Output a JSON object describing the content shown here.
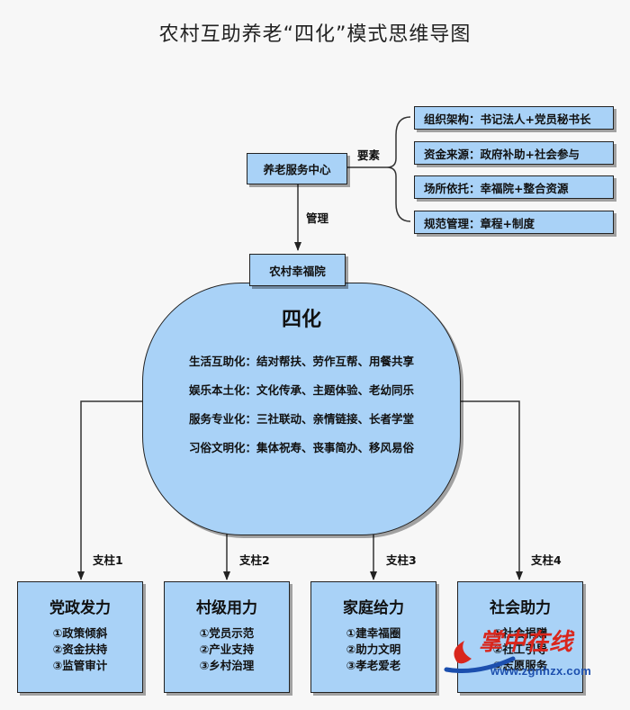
{
  "title": "农村互助养老“四化”模式思维导图",
  "service_center": "养老服务中心",
  "elements_label": "要素",
  "elements": [
    "组织架构：书记法人+党员秘书长",
    "资金来源：政府补助+社会参与",
    "场所依托：幸福院+整合资源",
    "规范管理：章程+制度"
  ],
  "manage_label": "管理",
  "happiness_house": "农村幸福院",
  "core": {
    "title": "四化",
    "lines": [
      "生活互助化：结对帮扶、劳作互帮、用餐共享",
      "娱乐本土化：文化传承、主题体验、老幼同乐",
      "服务专业化：三社联动、亲情链接、长者学堂",
      "习俗文明化：集体祝寿、丧事简办、移风易俗"
    ]
  },
  "pillars": [
    {
      "edge": "支柱1",
      "title": "党政发力",
      "items": [
        "①政策倾斜",
        "②资金扶持",
        "③监管审计"
      ]
    },
    {
      "edge": "支柱2",
      "title": "村级用力",
      "items": [
        "①党员示范",
        "②产业支持",
        "③乡村治理"
      ]
    },
    {
      "edge": "支柱3",
      "title": "家庭给力",
      "items": [
        "①建幸福圈",
        "②助力文明",
        "③孝老爱老"
      ]
    },
    {
      "edge": "支柱4",
      "title": "社会助力",
      "items": [
        "①社会捐赠",
        "②社工引导",
        "③志愿服务"
      ]
    }
  ],
  "watermark": {
    "text": "掌中在线",
    "url": "www.zgnhzx.com"
  }
}
